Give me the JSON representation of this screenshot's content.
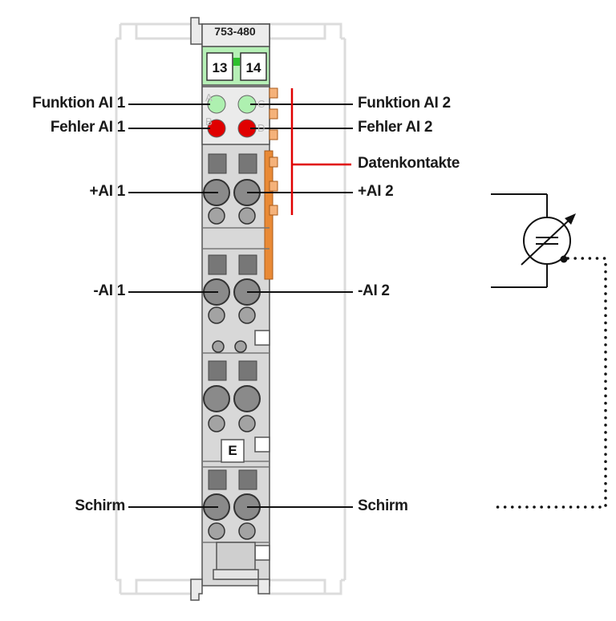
{
  "module": {
    "title": "753-480",
    "terminal_left": "13",
    "terminal_right": "14",
    "led_letters": [
      "A",
      "B",
      "C",
      "D"
    ],
    "marker": "E"
  },
  "labels": {
    "funktion_ai1": "Funktion AI 1",
    "fehler_ai1": "Fehler AI 1",
    "plus_ai1": "+AI 1",
    "minus_ai1": "-AI 1",
    "schirm_left": "Schirm",
    "funktion_ai2": "Funktion AI 2",
    "fehler_ai2": "Fehler AI 2",
    "datenkontakte": "Datenkontakte",
    "plus_ai2": "+AI 2",
    "minus_ai2": "-AI 2",
    "schirm_right": "Schirm"
  },
  "colors": {
    "led_green": "#aef0b0",
    "led_red": "#e00000",
    "housing": "#d8d8d8",
    "frame": "#dcdcdc",
    "data_contacts": "#e98a36",
    "data_line": "#e00000",
    "terminal_strip": "#b6f0b6"
  },
  "icons": {
    "sensor": "transducer-symbol-icon"
  }
}
